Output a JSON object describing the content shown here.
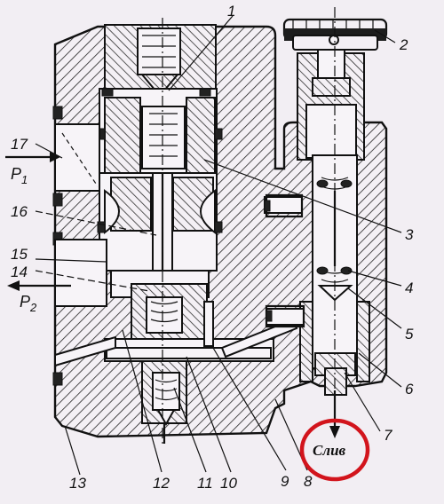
{
  "figure": {
    "labels": {
      "l1": "1",
      "l2": "2",
      "l3": "3",
      "l4": "4",
      "l5": "5",
      "l6": "6",
      "l7": "7",
      "l8": "8",
      "l9": "9",
      "l10": "10",
      "l11": "11",
      "l12": "12",
      "l13": "13",
      "l14": "14",
      "l15": "15",
      "l16": "16",
      "l17": "17"
    },
    "ports": {
      "inlet": "P",
      "inlet_sub": "1",
      "outlet": "P",
      "outlet_sub": "2"
    },
    "drain_label": "Слив",
    "highlight_color": "#d2141c",
    "line_color": "#111111",
    "background_color": "#f2eef3"
  }
}
